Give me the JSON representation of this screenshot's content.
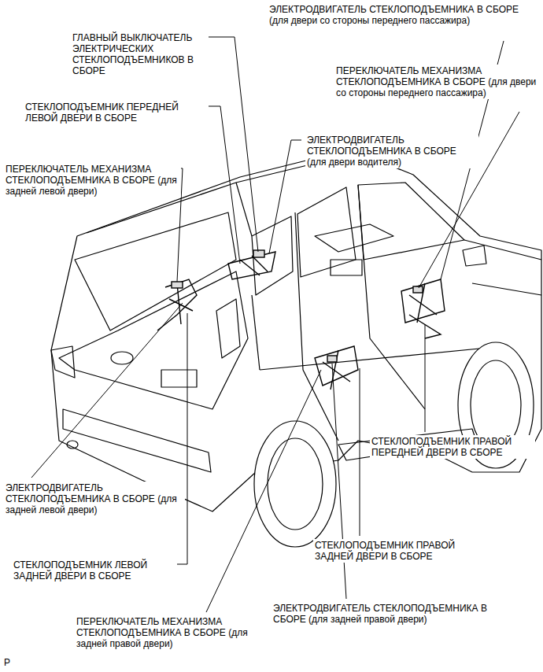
{
  "diagram": {
    "labels": [
      "ЭЛЕКТРОДВИГАТЕЛЬ СТЕКЛОПОДЪЕМНИКА В СБОРЕ (для двери со стороны переднего пассажира)",
      "ГЛАВНЫЙ ВЫКЛЮЧАТЕЛЬ ЭЛЕКТРИЧЕСКИХ СТЕКЛОПОДЪЕМНИКОВ В СБОРЕ",
      "ПЕРЕКЛЮЧАТЕЛЬ МЕХАНИЗМА СТЕКЛОПОДЪЕМНИКА В СБОРЕ (для двери со стороны переднего пассажира)",
      "СТЕКЛОПОДЪЕМНИК ПЕРЕДНЕЙ ЛЕВОЙ ДВЕРИ В СБОРЕ",
      "ЭЛЕКТРОДВИГАТЕЛЬ СТЕКЛОПОДЪЕМНИКА В СБОРЕ (для двери водителя)",
      "ПЕРЕКЛЮЧАТЕЛЬ МЕХАНИЗМА СТЕКЛОПОДЪЕМНИКА В СБОРЕ (для задней левой двери)",
      "СТЕКЛОПОДЪЕМНИК ПРАВОЙ ПЕРЕДНЕЙ ДВЕРИ В СБОРЕ",
      "ЭЛЕКТРОДВИГАТЕЛЬ СТЕКЛОПОДЪЕМНИКА В СБОРЕ (для задней левой двери)",
      "СТЕКЛОПОДЪЕМНИК ПРАВОЙ ЗАДНЕЙ ДВЕРИ В СБОРЕ",
      "СТЕКЛОПОДЪЕМНИК ЛЕВОЙ ЗАДНЕЙ ДВЕРИ В СБОРЕ",
      "ЭЛЕКТРОДВИГАТЕЛЬ СТЕКЛОПОДЪЕМНИКА В СБОРЕ (для задней правой двери)",
      "ПЕРЕКЛЮЧАТЕЛЬ МЕХАНИЗМА СТЕКЛОПОДЪЕМНИКА В СБОРЕ (для задней правой двери)",
      "P"
    ]
  }
}
